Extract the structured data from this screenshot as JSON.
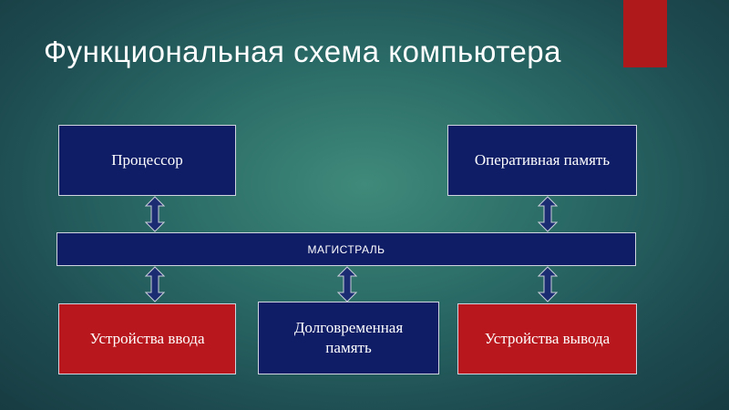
{
  "title": "Функциональная схема компьютера",
  "diagram": {
    "processor": "Процессор",
    "ram": "Оперативная память",
    "bus": "МАГИСТРАЛЬ",
    "input_devices": "Устройства ввода",
    "long_term_memory": "Долговременная память",
    "output_devices": "Устройства вывода"
  },
  "colors": {
    "navy": "#0f1d66",
    "red": "#b8181d",
    "arrow_fill": "#1c2c73",
    "arrow_stroke": "#c9ced9"
  }
}
